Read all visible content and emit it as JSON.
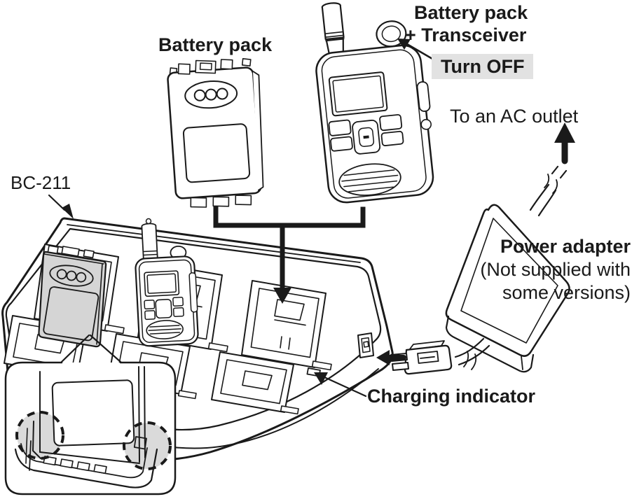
{
  "diagram": {
    "labels": {
      "battery_pack": "Battery pack",
      "combo_line1": "Battery pack",
      "combo_line2": "+ Transceiver",
      "turn_off": "Turn OFF",
      "ac_outlet": "To an AC outlet",
      "model": "BC-211",
      "power_adapter": "Power adapter",
      "power_adapter_note1": "(Not supplied with",
      "power_adapter_note2": "some versions)",
      "charging_indicator": "Charging indicator"
    },
    "colors": {
      "line": "#1a1a1a",
      "battery_gray": "#d5d5d5",
      "inset_circle_gray": "#dadada",
      "highlight_bg": "#e2e2e2"
    }
  }
}
